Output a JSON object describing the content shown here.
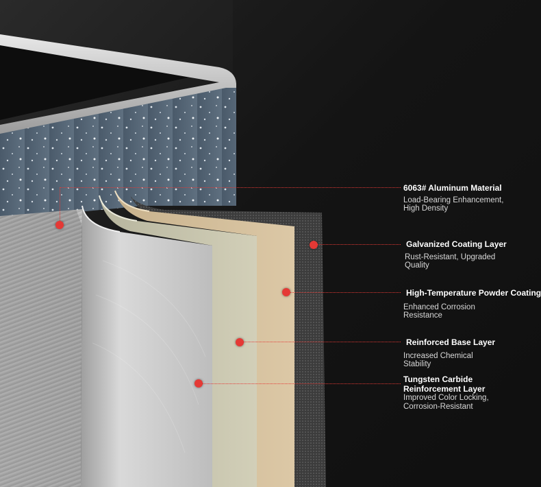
{
  "layers": [
    {
      "title": "6063# Aluminum Material",
      "desc": [
        "Load-Bearing Enhancement,",
        "High Density"
      ]
    },
    {
      "title": "Galvanized Coating Layer",
      "desc": [
        "Rust-Resistant, Upgraded",
        "Quality"
      ]
    },
    {
      "title": "High-Temperature Powder Coating La",
      "desc": [
        "Enhanced Corrosion",
        "Resistance"
      ]
    },
    {
      "title": "Reinforced Base Layer",
      "desc": [
        "Increased Chemical",
        "Stability"
      ]
    },
    {
      "title": "Tungsten Carbide",
      "title2": "Reinforcement Layer",
      "desc": [
        "Improved Color Locking,",
        "Corrosion-Resistant"
      ]
    }
  ],
  "colors": {
    "marker": "#e53935",
    "leader": "#e53935",
    "background": "#1b1b1b",
    "label_text": "#ffffff",
    "desc_text": "#d8d8d8"
  }
}
